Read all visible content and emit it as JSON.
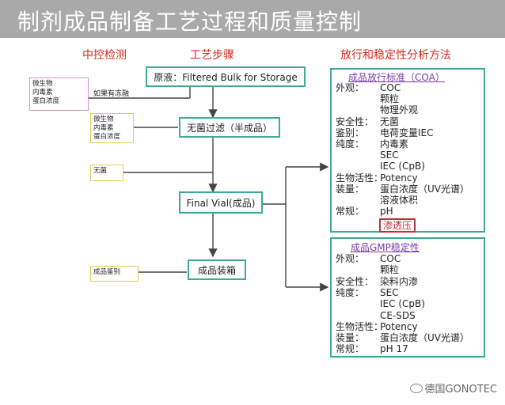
{
  "title": "制剂成品制备工艺过程和质量控制",
  "columns": {
    "ipc": "中控检测",
    "process": "工艺步骤",
    "release": "放行和稳定性分析方法"
  },
  "process_steps": [
    "原液：Filtered Bulk for Storage",
    "无菌过滤（半成品）",
    "Final Vial(成品)",
    "成品装箱"
  ],
  "ipc_boxes": [
    [
      "微生物",
      "内毒素",
      "蛋白浓度"
    ],
    [
      "微生物",
      "内毒素",
      "蛋白浓度"
    ],
    [
      "无菌"
    ],
    [
      "成品鉴别"
    ]
  ],
  "freeze_note": "如果有冻融",
  "release_panel": {
    "title": "成品放行标准（COA）",
    "rows": [
      [
        "外观：",
        "COC"
      ],
      [
        "",
        "颗粒"
      ],
      [
        "",
        "物理外观"
      ],
      [
        "安全性：",
        "无菌"
      ],
      [
        "鉴别：",
        "电荷变量IEC"
      ],
      [
        "纯度：",
        "内毒素"
      ],
      [
        "",
        "SEC"
      ],
      [
        "",
        "IEC (CpB)"
      ],
      [
        "生物活性：",
        "Potency"
      ],
      [
        "装量：",
        "蛋白浓度（UV光谱）"
      ],
      [
        "",
        "溶液体积"
      ],
      [
        "常规：",
        "pH"
      ]
    ],
    "highlight": "渗透压"
  },
  "stability_panel": {
    "title": "成品GMP稳定性",
    "rows": [
      [
        "外观：",
        "COC"
      ],
      [
        "",
        "颗粒"
      ],
      [
        "安全性：",
        "染料内渗"
      ],
      [
        "纯度：",
        "SEC"
      ],
      [
        "",
        "IEC (CpB)"
      ],
      [
        "",
        "CE-SDS"
      ],
      [
        "生物活性：",
        "Potency"
      ],
      [
        "装量：",
        "蛋白浓度（UV光谱）"
      ],
      [
        "常规：",
        "pH          17"
      ]
    ]
  },
  "watermark": "德国GONOTEC",
  "colors": {
    "accent": "#3ea995",
    "heading": "#d9281c",
    "panel_title": "#7a3aa5",
    "highlight": "#c0303d"
  }
}
